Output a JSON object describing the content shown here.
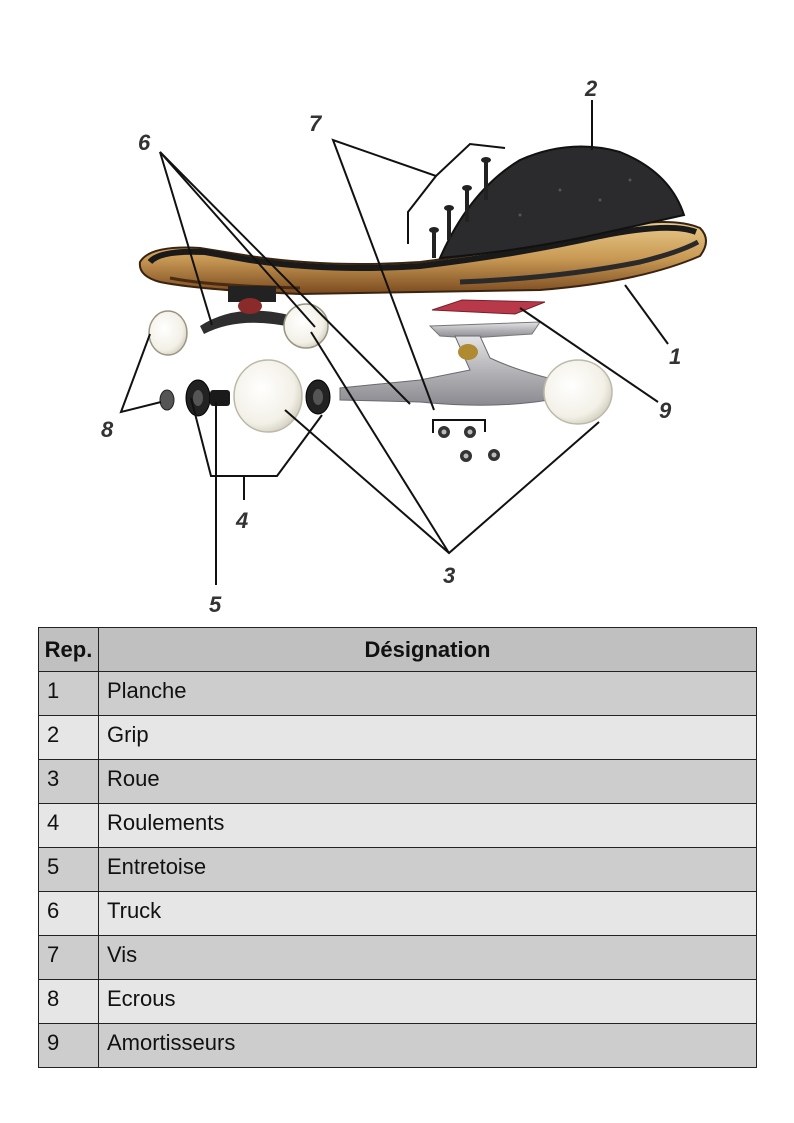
{
  "diagram": {
    "callouts": {
      "c1": "1",
      "c2": "2",
      "c3": "3",
      "c4": "4",
      "c5": "5",
      "c6": "6",
      "c7": "7",
      "c8": "8",
      "c9": "9"
    }
  },
  "table": {
    "headers": {
      "rep": "Rep.",
      "designation": "Désignation"
    },
    "rows": [
      {
        "rep": "1",
        "designation": "Planche"
      },
      {
        "rep": "2",
        "designation": "Grip"
      },
      {
        "rep": "3",
        "designation": "Roue"
      },
      {
        "rep": "4",
        "designation": "Roulements"
      },
      {
        "rep": "5",
        "designation": "Entretoise"
      },
      {
        "rep": "6",
        "designation": "Truck"
      },
      {
        "rep": "7",
        "designation": "Vis"
      },
      {
        "rep": "8",
        "designation": "Ecrous"
      },
      {
        "rep": "9",
        "designation": "Amortisseurs"
      }
    ]
  }
}
